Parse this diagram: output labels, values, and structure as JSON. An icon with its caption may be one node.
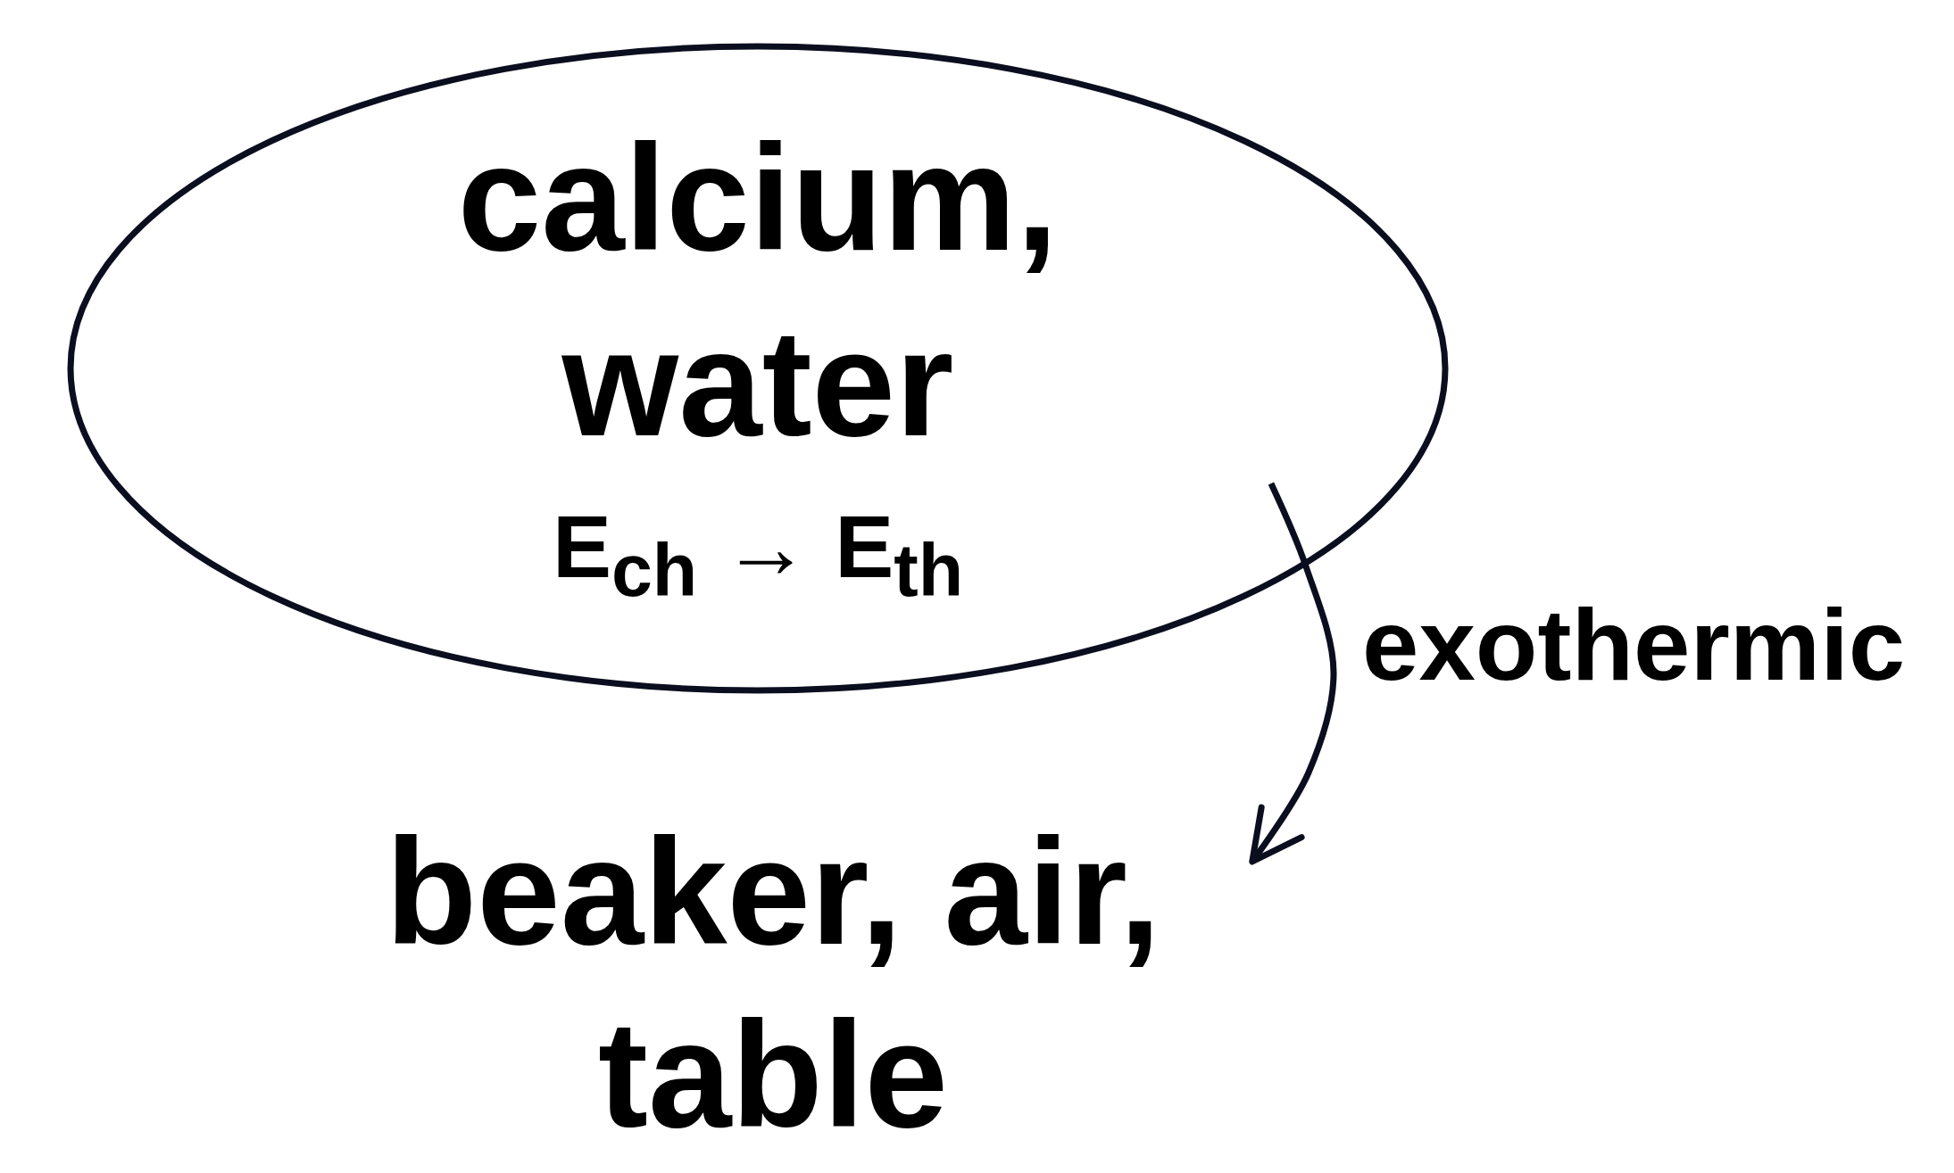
{
  "diagram": {
    "nodes": [
      {
        "text": [
          "calcium, water",
          "E$_{ch}$ → E$_{th}$"
        ]
      },
      {
        "text": [
          "beaker, air, table"
        ]
      }
    ],
    "edges": [
      {
        "from": 0,
        "to": 1,
        "arrow": "to",
        "label": "exothermic"
      }
    ]
  }
}
